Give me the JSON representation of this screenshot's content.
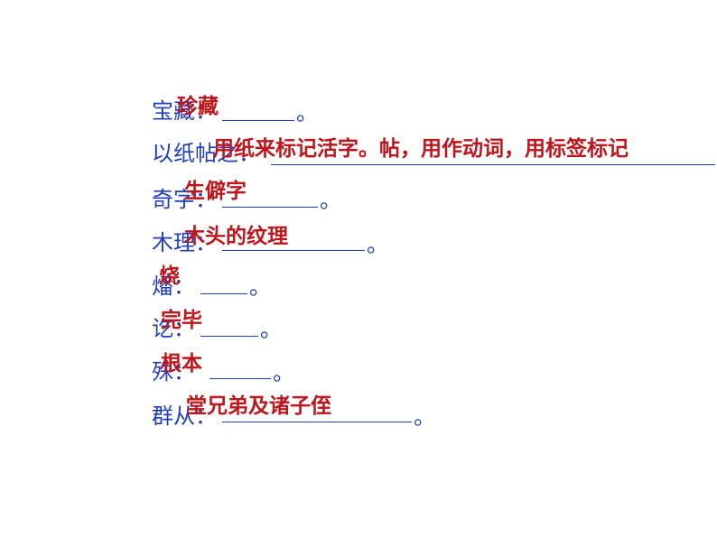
{
  "colors": {
    "term": "#1f3fbf",
    "answer": "#c0151b"
  },
  "items": [
    {
      "term": "宝藏：",
      "answer": "珍藏",
      "end": "。"
    },
    {
      "term": "以纸帖之：",
      "answer": "用纸来标记活字。帖，用作动词，用标签标记",
      "end": ""
    },
    {
      "term": "奇字：",
      "answer": "生僻字",
      "end": "。"
    },
    {
      "term": "木理：",
      "answer": "木头的纹理",
      "end": "。"
    },
    {
      "term": "燔：",
      "answer": "烧",
      "end": "。"
    },
    {
      "term": "讫：",
      "answer": "完毕",
      "end": "。"
    },
    {
      "term": "殊：",
      "answer": "根本",
      "end": "。"
    },
    {
      "term": "群从：",
      "answer": "堂兄弟及诸子侄",
      "end": "。"
    }
  ]
}
